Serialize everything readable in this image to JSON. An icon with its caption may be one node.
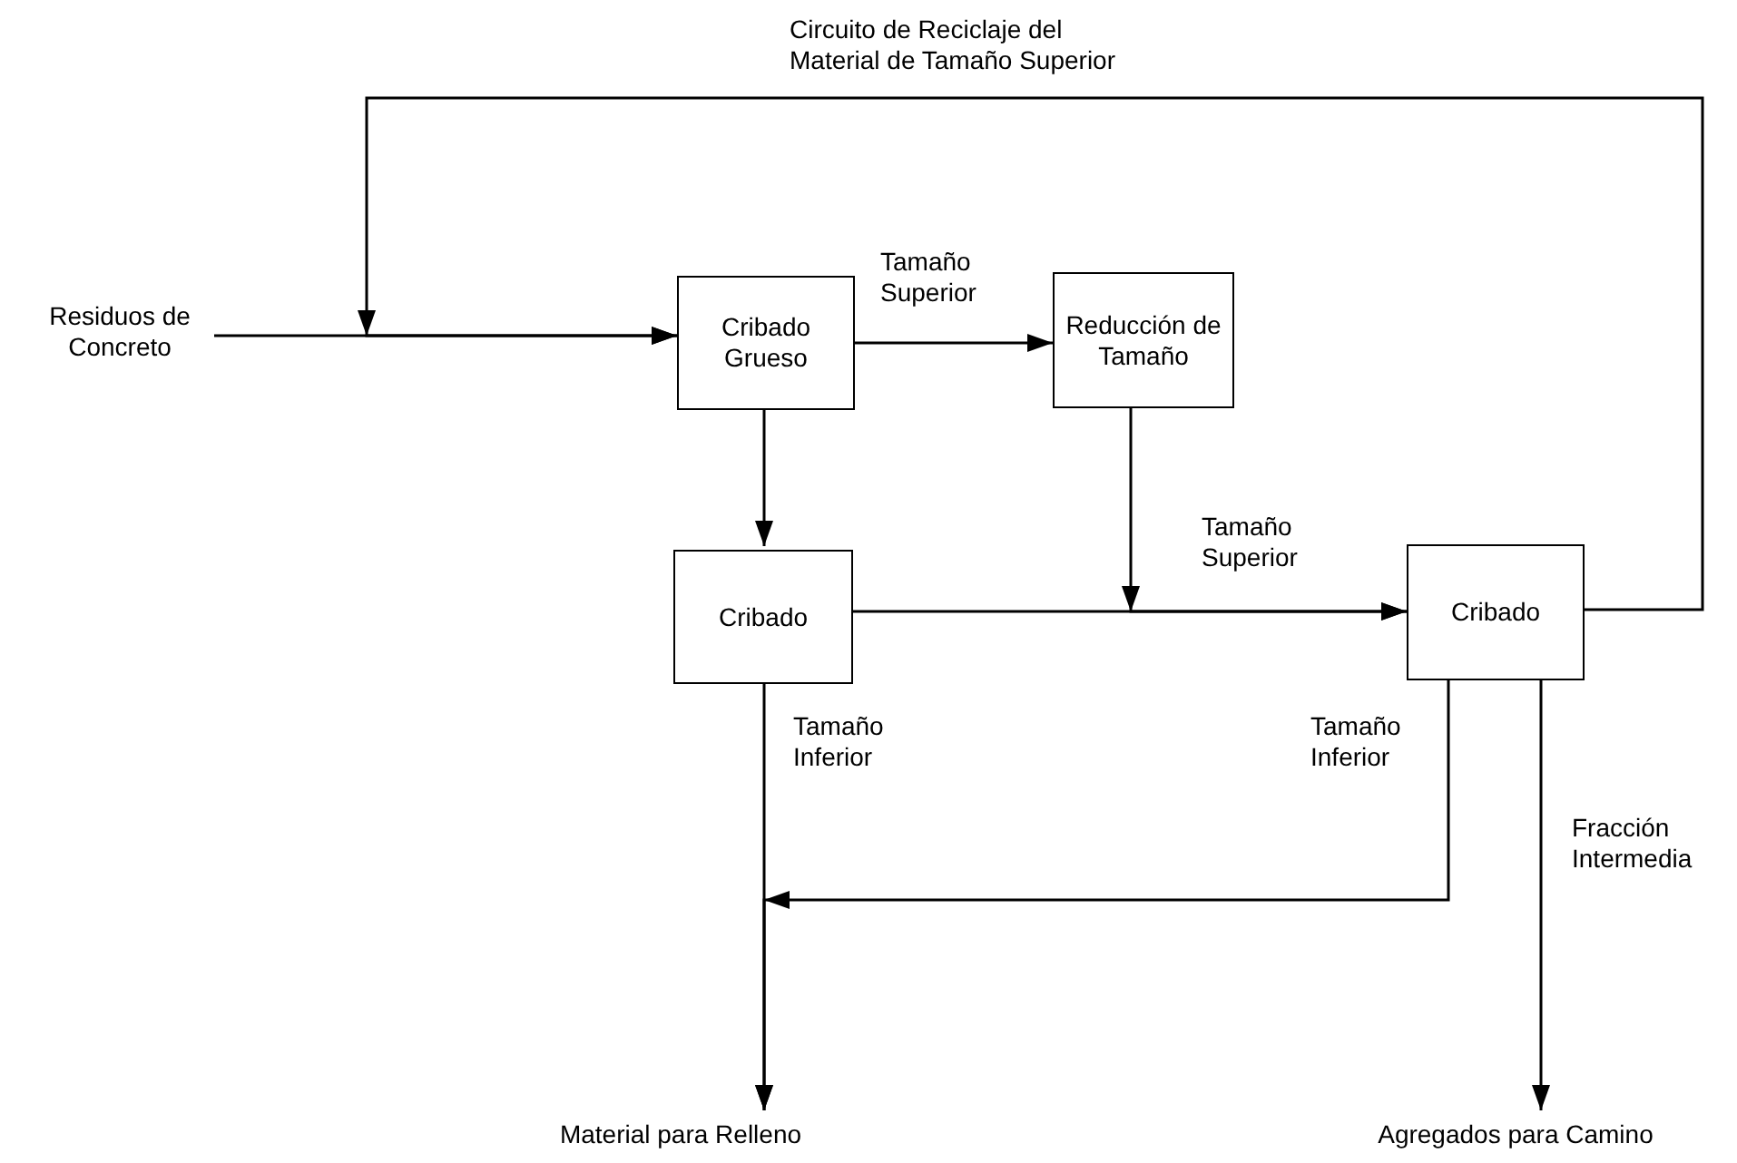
{
  "diagram": {
    "nodes": [
      {
        "text": [
          "Residuos de Concreto"
        ]
      },
      {
        "text": [
          "Cribado Grueso"
        ]
      },
      {
        "text": [
          "Reducción de Tamaño"
        ]
      },
      {
        "text": [
          "Cribado"
        ]
      },
      {
        "text": [
          "Cribado"
        ]
      },
      {
        "text": [
          "Material para Relleno"
        ]
      },
      {
        "text": [
          "Agregados para Camino"
        ]
      }
    ],
    "edges": [
      {
        "from": 0,
        "to": 1,
        "arrow": "to"
      },
      {
        "from": 4,
        "to": 1,
        "arrow": "to",
        "label": "Circuito de Reciclaje del Material de Tamaño Superior"
      },
      {
        "from": 1,
        "to": 2,
        "arrow": "to",
        "label": "Tamaño Superior"
      },
      {
        "from": 1,
        "to": 3,
        "arrow": "to"
      },
      {
        "from": 3,
        "to": 4,
        "arrow": "to",
        "label": "Tamaño Superior"
      },
      {
        "from": 2,
        "to": 4,
        "arrow": "to"
      },
      {
        "from": 3,
        "to": 5,
        "arrow": "to",
        "label": "Tamaño Inferior"
      },
      {
        "from": 4,
        "to": 5,
        "arrow": "to",
        "label": "Tamaño Inferior"
      },
      {
        "from": 4,
        "to": 6,
        "arrow": "to",
        "label": "Fracción Intermedia"
      }
    ]
  }
}
